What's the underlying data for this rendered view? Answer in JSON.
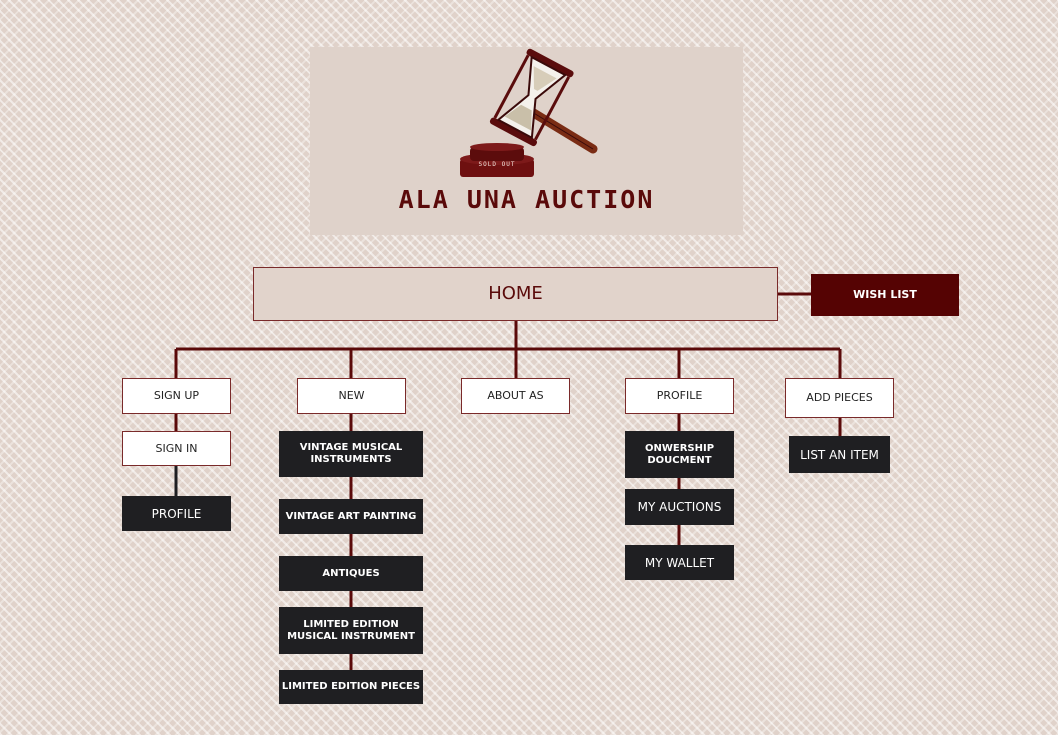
{
  "logo": {
    "brand_text": "ALA UNA AUCTION",
    "stamp_text": "SOLD OUT",
    "icon": "gavel-hourglass-icon"
  },
  "home": {
    "label": "HOME"
  },
  "wish_list": {
    "label": "WISH LIST"
  },
  "columns": {
    "sign_up": {
      "label": "SIGN UP",
      "children": [
        "SIGN IN",
        "PROFILE"
      ]
    },
    "new": {
      "label": "NEW",
      "children": [
        "VINTAGE MUSICAL INSTRUMENTS",
        "VINTAGE ART PAINTING",
        "ANTIQUES",
        "LIMITED EDITION MUSICAL INSTRUMENT",
        "LIMITED EDITION PIECES"
      ]
    },
    "about": {
      "label": "ABOUT AS"
    },
    "profile": {
      "label": "PROFILE",
      "children": [
        "ONWERSHIP DOUCMENT",
        "MY AUCTIONS",
        "MY WALLET"
      ]
    },
    "add_pieces": {
      "label": "ADD PIECES",
      "children": [
        "LIST AN ITEM"
      ]
    }
  },
  "colors": {
    "connector": "#5a0a0a",
    "dark_box": "#1f1f22",
    "wish_list": "#550303",
    "background": "#e0d2ca"
  }
}
